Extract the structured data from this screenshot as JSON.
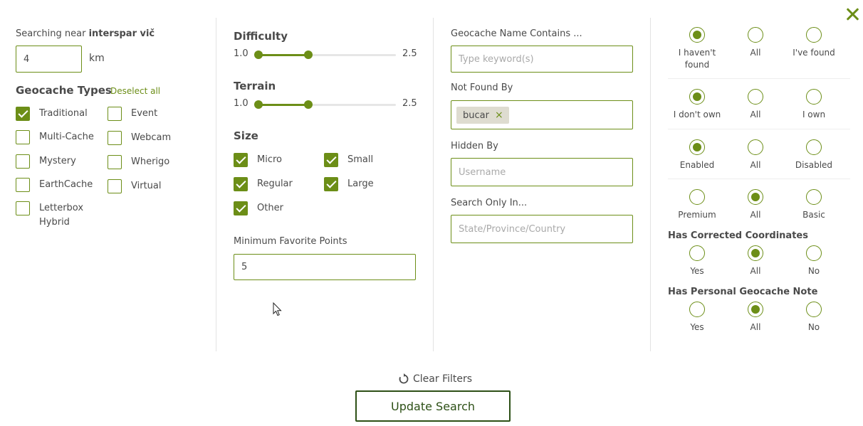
{
  "colors": {
    "accent": "#6c8e17",
    "dark_accent": "#2d5016",
    "text": "#4a4a4a"
  },
  "location": {
    "prefix": "Searching near",
    "place": "interspar vič",
    "distance_value": "4",
    "distance_unit": "km"
  },
  "types": {
    "title": "Geocache Types",
    "deselect_all": "Deselect all",
    "items": [
      {
        "label": "Traditional",
        "checked": true
      },
      {
        "label": "Event",
        "checked": false
      },
      {
        "label": "Multi-Cache",
        "checked": false
      },
      {
        "label": "Webcam",
        "checked": false
      },
      {
        "label": "Mystery",
        "checked": false
      },
      {
        "label": "Wherigo",
        "checked": false
      },
      {
        "label": "EarthCache",
        "checked": false
      },
      {
        "label": "Virtual",
        "checked": false
      },
      {
        "label": "Letterbox Hybrid",
        "checked": false
      }
    ]
  },
  "difficulty": {
    "title": "Difficulty",
    "min": "1.0",
    "max": "2.5"
  },
  "terrain": {
    "title": "Terrain",
    "min": "1.0",
    "max": "2.5"
  },
  "size": {
    "title": "Size",
    "items": [
      {
        "label": "Micro",
        "checked": true
      },
      {
        "label": "Small",
        "checked": true
      },
      {
        "label": "Regular",
        "checked": true
      },
      {
        "label": "Large",
        "checked": true
      },
      {
        "label": "Other",
        "checked": true
      }
    ]
  },
  "favorites": {
    "label": "Minimum Favorite Points",
    "value": "5"
  },
  "name_contains": {
    "label": "Geocache Name Contains ...",
    "placeholder": "Type keyword(s)"
  },
  "not_found_by": {
    "label": "Not Found By",
    "chip": "bucar",
    "chip_remove": "×"
  },
  "hidden_by": {
    "label": "Hidden By",
    "placeholder": "Username"
  },
  "search_only_in": {
    "label": "Search Only In...",
    "placeholder": "State/Province/Country"
  },
  "radio_groups": [
    {
      "title": "",
      "options": [
        "I haven't found",
        "All",
        "I've found"
      ],
      "selected": 0
    },
    {
      "title": "",
      "options": [
        "I don't own",
        "All",
        "I own"
      ],
      "selected": 0
    },
    {
      "title": "",
      "options": [
        "Enabled",
        "All",
        "Disabled"
      ],
      "selected": 0
    },
    {
      "title": "",
      "options": [
        "Premium",
        "All",
        "Basic"
      ],
      "selected": 1
    },
    {
      "title": "Has Corrected Coordinates",
      "options": [
        "Yes",
        "All",
        "No"
      ],
      "selected": 1
    },
    {
      "title": "Has Personal Geocache Note",
      "options": [
        "Yes",
        "All",
        "No"
      ],
      "selected": 1
    }
  ],
  "actions": {
    "clear": "Clear Filters",
    "update": "Update Search"
  },
  "icons": {
    "close": "close-icon",
    "refresh": "refresh-icon",
    "cursor": "mouse-cursor-icon"
  }
}
